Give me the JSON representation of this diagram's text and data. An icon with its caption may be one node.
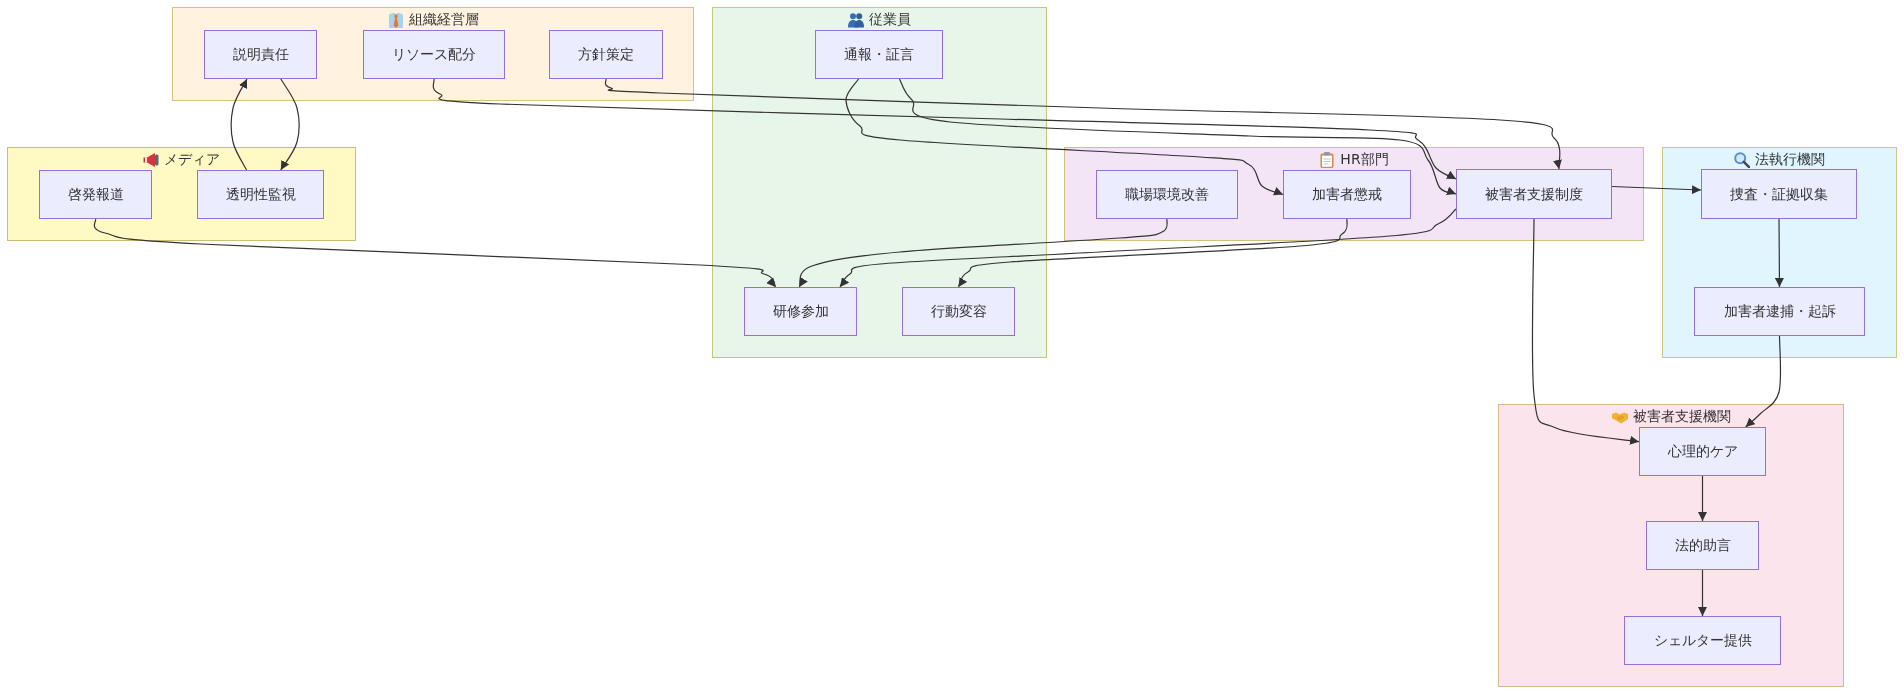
{
  "diagram": {
    "nodes": [
      {
        "text": [
          "組織経営層"
        ]
      },
      {
        "text": [
          "説明責任"
        ],
        "in": 0
      },
      {
        "text": [
          "リソース配分"
        ],
        "in": 0
      },
      {
        "text": [
          "方針策定"
        ],
        "in": 0
      },
      {
        "text": [
          "従業員"
        ]
      },
      {
        "text": [
          "通報・証言"
        ],
        "in": 4
      },
      {
        "text": [
          "研修参加"
        ],
        "in": 4
      },
      {
        "text": [
          "行動変容"
        ],
        "in": 4
      },
      {
        "text": [
          "メディア"
        ]
      },
      {
        "text": [
          "啓発報道"
        ],
        "in": 8
      },
      {
        "text": [
          "透明性監視"
        ],
        "in": 8
      },
      {
        "text": [
          "HR部門"
        ]
      },
      {
        "text": [
          "職場環境改善"
        ],
        "in": 11
      },
      {
        "text": [
          "加害者懲戒"
        ],
        "in": 11
      },
      {
        "text": [
          "被害者支援制度"
        ],
        "in": 11
      },
      {
        "text": [
          "法執行機関"
        ]
      },
      {
        "text": [
          "捜査・証拠収集"
        ],
        "in": 15
      },
      {
        "text": [
          "加害者逮捕・起訴"
        ],
        "in": 15
      },
      {
        "text": [
          "被害者支援機関"
        ]
      },
      {
        "text": [
          "心理的ケア"
        ],
        "in": 18
      },
      {
        "text": [
          "法的助言"
        ],
        "in": 18
      },
      {
        "text": [
          "シェルター提供"
        ],
        "in": 18
      }
    ],
    "edges": [
      {
        "from": 1,
        "to": 10,
        "arrow": "to"
      },
      {
        "from": 10,
        "to": 1,
        "arrow": "to"
      },
      {
        "from": 2,
        "to": 14,
        "arrow": "to"
      },
      {
        "from": 3,
        "to": 14,
        "arrow": "to"
      },
      {
        "from": 9,
        "to": 6,
        "arrow": "to"
      },
      {
        "from": 5,
        "to": 13,
        "arrow": "to"
      },
      {
        "from": 5,
        "to": 14,
        "arrow": "to"
      },
      {
        "from": 12,
        "to": 6,
        "arrow": "to"
      },
      {
        "from": 13,
        "to": 7,
        "arrow": "to"
      },
      {
        "from": 14,
        "to": 6,
        "arrow": "to"
      },
      {
        "from": 14,
        "to": 16,
        "arrow": "to"
      },
      {
        "from": 14,
        "to": 19,
        "arrow": "to"
      },
      {
        "from": 16,
        "to": 17,
        "arrow": "to"
      },
      {
        "from": 17,
        "to": 19,
        "arrow": "to"
      },
      {
        "from": 19,
        "to": 20,
        "arrow": "to"
      },
      {
        "from": 20,
        "to": 21,
        "arrow": "to"
      }
    ]
  }
}
